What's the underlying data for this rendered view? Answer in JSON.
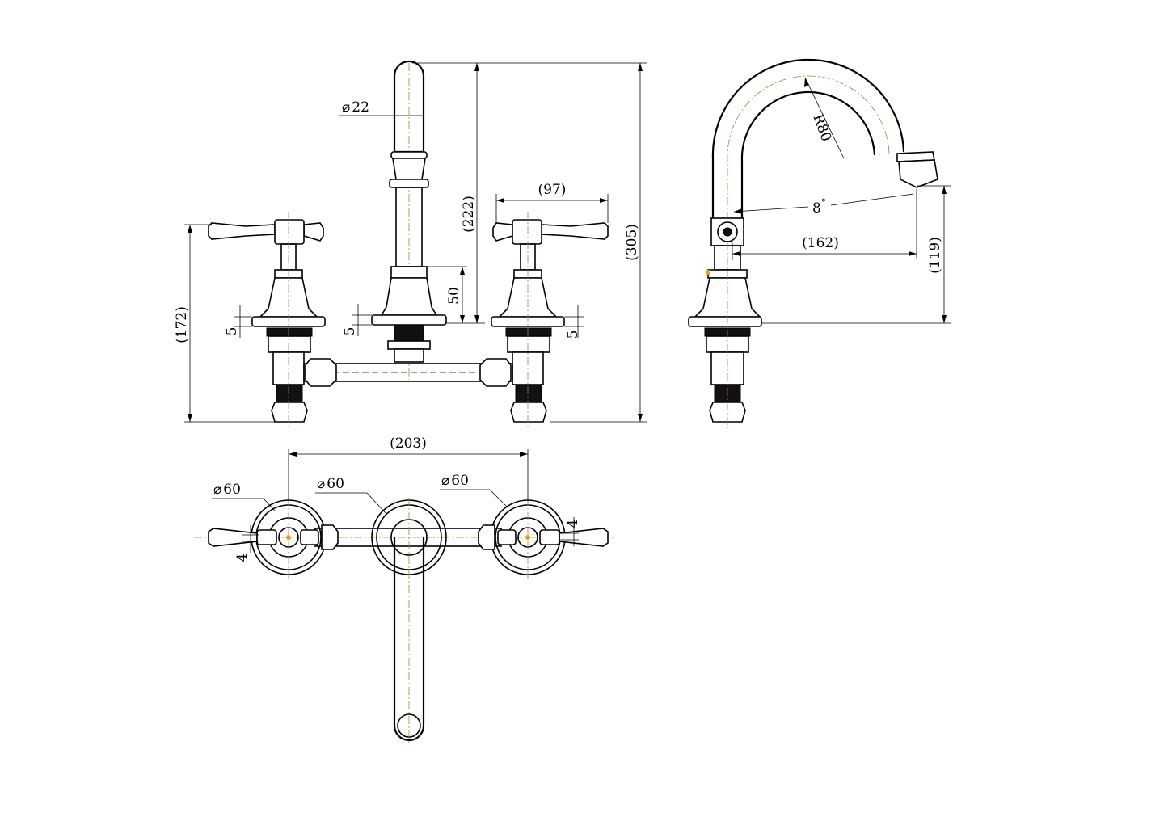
{
  "front_view": {
    "dim_spout_dia": "22",
    "dim_spout_height": "(222)",
    "dim_total_height": "(305)",
    "dim_handle_height": "(172)",
    "dim_handle_reach": "(97)",
    "dim_base_height": "50",
    "dim_left_flange": "5",
    "dim_center_flange": "5",
    "dim_right_flange": "5"
  },
  "side_view": {
    "dim_radius": "R80",
    "dim_angle": "8",
    "angle_unit": "°",
    "dim_spout_reach": "(162)",
    "dim_spout_outlet_height": "(119)"
  },
  "top_view": {
    "dim_center_spacing": "(203)",
    "dim_left_dia": "60",
    "dim_center_dia": "60",
    "dim_right_dia": "60",
    "dim_left_offset": "4",
    "dim_right_offset": "4"
  },
  "symbols": {
    "diameter": "⌀"
  }
}
